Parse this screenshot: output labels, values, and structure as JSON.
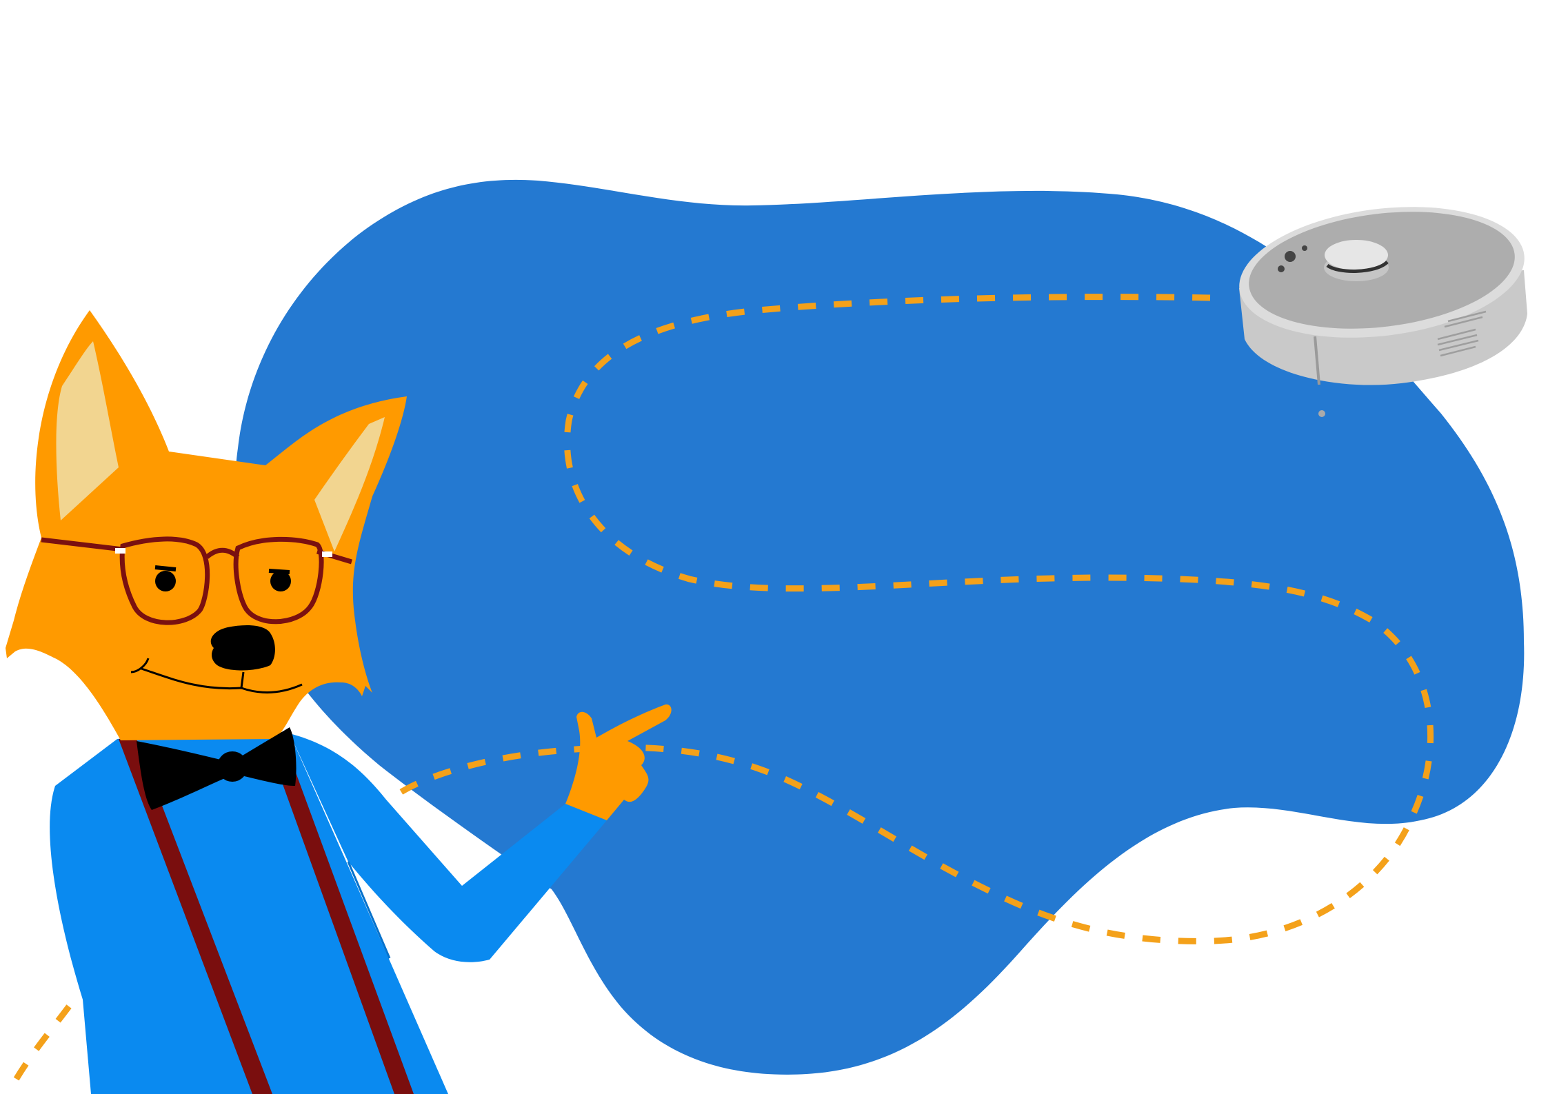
{
  "colors": {
    "background": "#ffffff",
    "blob": "#2479d1",
    "path_dashes": "#f4a11a",
    "fox_fur": "#ff9a00",
    "fox_ear_inner": "#f2d590",
    "fox_nose": "#000000",
    "glasses": "#7a1010",
    "bow_tie": "#000000",
    "suspenders": "#7a0e0e",
    "shirt": "#0a8af0",
    "robot_body": "#c9c9c9",
    "robot_top": "#adadad",
    "robot_lidar": "#dcdcdc"
  },
  "scene": {
    "background_shape": "blob",
    "character": "fox-mascot",
    "device": "robot-vacuum",
    "path_style": "dashed"
  }
}
